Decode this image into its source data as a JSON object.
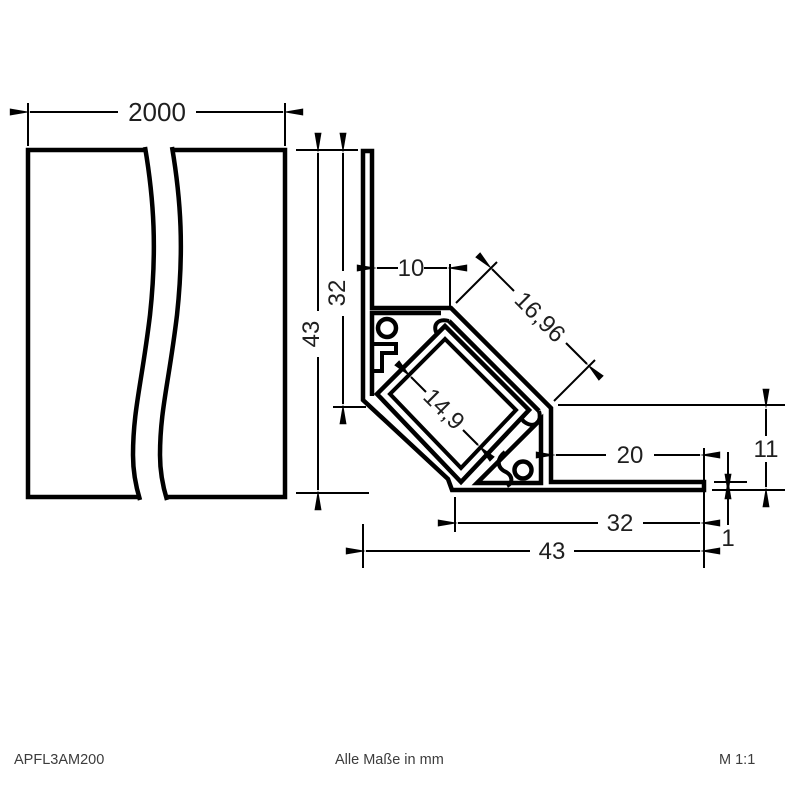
{
  "drawing": {
    "dims": {
      "length": "2000",
      "total_height": "43",
      "wall_height": "32",
      "top_width": "10",
      "cover_width": "16,96",
      "channel_width": "14,9",
      "flange_length": "20",
      "right_height": "11",
      "flange_thickness": "1",
      "bottom_width": "32",
      "total_width": "43"
    }
  },
  "footer": {
    "article_number": "APFL3AM200",
    "units_note": "Alle Maße in mm",
    "scale": "M 1:1"
  },
  "colors": {
    "line": "#000000",
    "dimension_text": "#1f1f1f",
    "footer_text": "#3c3c3c",
    "background": "#ffffff"
  }
}
